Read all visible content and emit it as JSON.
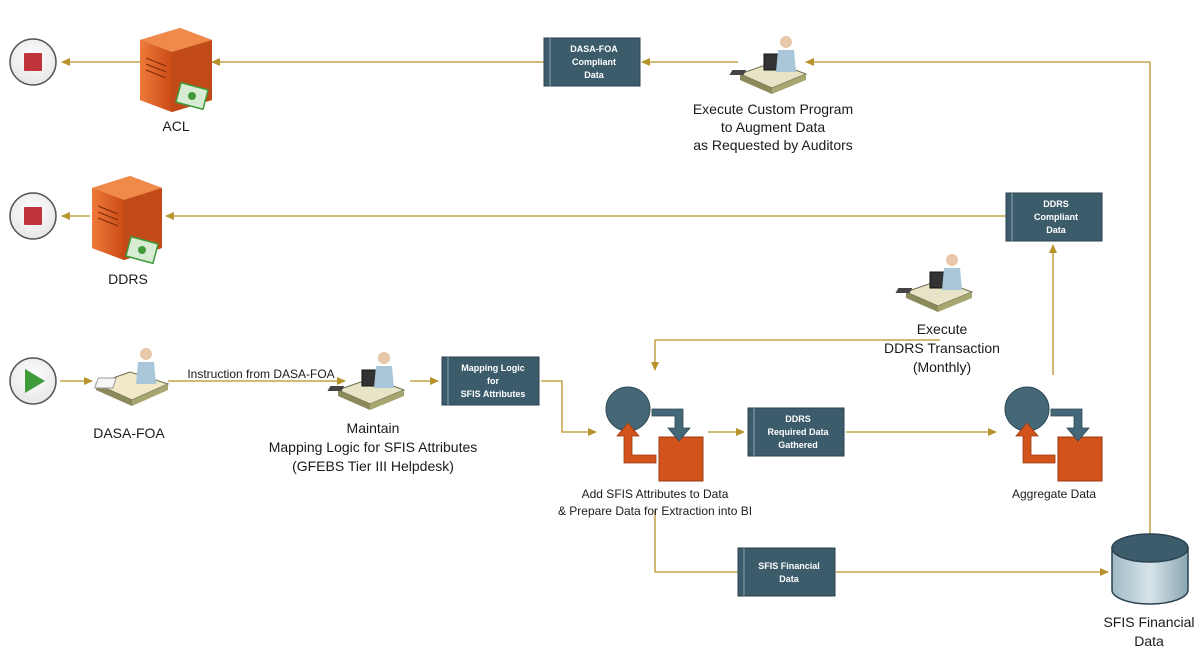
{
  "colors": {
    "flow_line": "#b8922a",
    "data_box": "#3c5c6c",
    "data_box_edge": "#2a4250",
    "server_orange": "#e0622a",
    "process_orange": "#d2541c",
    "process_blue": "#456878",
    "start_green": "#3f9a3a",
    "stop_red": "#c0343c"
  },
  "terminals": {
    "start": {
      "icon": "play-icon"
    },
    "stop_acl": {
      "icon": "stop-icon"
    },
    "stop_ddrs": {
      "icon": "stop-icon"
    }
  },
  "systems": {
    "acl": {
      "label": "ACL",
      "icon": "server-icon"
    },
    "ddrs": {
      "label": "DDRS",
      "icon": "server-icon"
    },
    "sfis_db": {
      "label_line1": "SFIS Financial",
      "label_line2": "Data",
      "icon": "database-icon"
    }
  },
  "actors": {
    "dasa_foa": {
      "label": "DASA-FOA"
    },
    "maintain": {
      "line1": "Maintain",
      "line2": "Mapping Logic for SFIS Attributes",
      "line3": "(GFEBS Tier III Helpdesk)"
    },
    "custom_program": {
      "line1": "Execute Custom Program",
      "line2": "to Augment Data",
      "line3": "as Requested by Auditors"
    },
    "ddrs_txn": {
      "line1": "Execute",
      "line2": "DDRS Transaction",
      "line3": "(Monthly)"
    }
  },
  "flows": {
    "instruction": "Instruction from DASA-FOA"
  },
  "data_boxes": {
    "dasa_compliant": {
      "line1": "DASA-FOA",
      "line2": "Compliant",
      "line3": "Data"
    },
    "ddrs_compliant": {
      "line1": "DDRS",
      "line2": "Compliant",
      "line3": "Data"
    },
    "mapping_logic": {
      "line1": "Mapping Logic",
      "line2": "for",
      "line3": "SFIS Attributes"
    },
    "ddrs_required": {
      "line1": "DDRS",
      "line2": "Required Data",
      "line3": "Gathered"
    },
    "sfis_financial": {
      "line1": "SFIS Financial",
      "line2": "Data"
    }
  },
  "processes": {
    "add_attributes": {
      "line1": "Add SFIS Attributes to Data",
      "line2": "& Prepare Data for Extraction into BI"
    },
    "aggregate": {
      "label": "Aggregate Data"
    }
  }
}
